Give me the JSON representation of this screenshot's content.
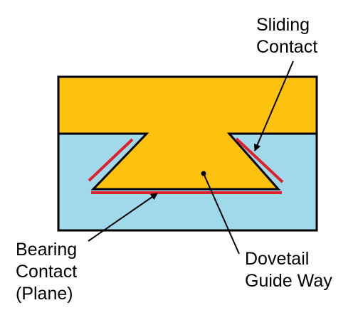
{
  "labels": {
    "sliding_contact": [
      "Sliding",
      "Contact"
    ],
    "bearing_contact": [
      "Bearing",
      "Contact",
      "(Plane)"
    ],
    "dovetail_guide_way": [
      "Dovetail",
      "Guide Way"
    ]
  },
  "colors": {
    "slide_fill": "#fdc20d",
    "base_fill": "#9fd9ea",
    "contact_line": "#e0202a",
    "outline": "#000000",
    "text": "#000000",
    "background": "#ffffff"
  }
}
